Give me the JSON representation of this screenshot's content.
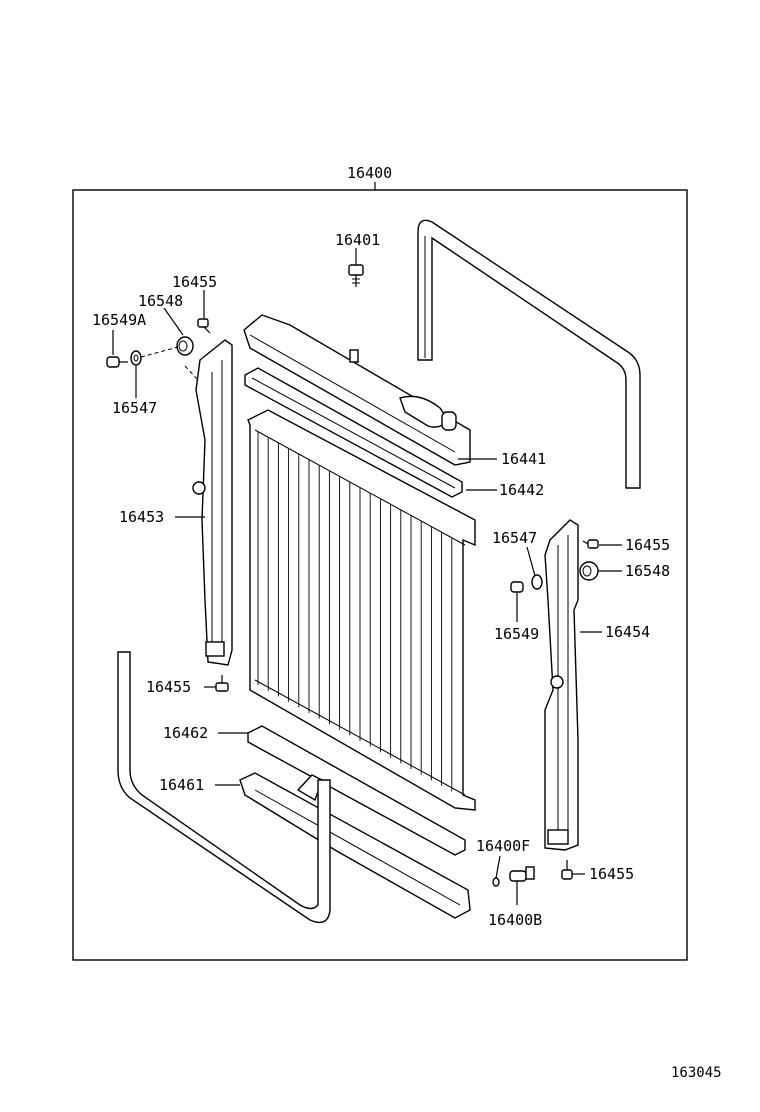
{
  "assembly_label": "16400",
  "figure_number": "163045",
  "callouts": {
    "c16401": "16401",
    "c16455_a": "16455",
    "c16548_a": "16548",
    "c16549A": "16549A",
    "c16547_a": "16547",
    "c16441": "16441",
    "c16442": "16442",
    "c16453": "16453",
    "c16547_b": "16547",
    "c16455_b": "16455",
    "c16548_b": "16548",
    "c16549": "16549",
    "c16454": "16454",
    "c16455_c": "16455",
    "c16462": "16462",
    "c16461": "16461",
    "c16400F": "16400F",
    "c16455_d": "16455",
    "c16400B": "16400B"
  }
}
